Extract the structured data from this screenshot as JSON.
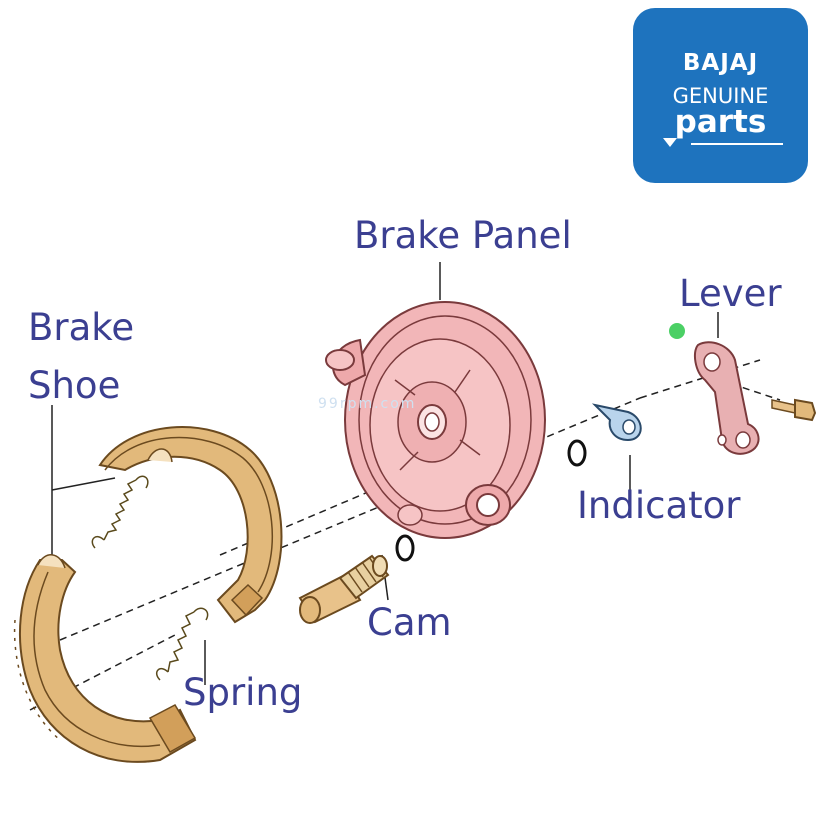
{
  "colors": {
    "label": "#3b3f91",
    "logo_bg": "#1e73be",
    "shoe_fill": "#e2b97b",
    "shoe_stroke": "#6b4a1f",
    "panel_fill": "#f2b6b8",
    "panel_stroke": "#7a3a3c",
    "spring_fill": "#d9c27a",
    "indicator_fill": "#b9d4ec"
  },
  "logo": {
    "line1": "BAJAJ",
    "line2": "GENUINE",
    "line3": "parts"
  },
  "watermark": "99rpm.com",
  "labels": {
    "brake_panel": "Brake Panel",
    "lever": "Lever",
    "brake": "Brake",
    "shoe": "Shoe",
    "indicator": "Indicator",
    "cam": "Cam",
    "spring": "Spring"
  }
}
